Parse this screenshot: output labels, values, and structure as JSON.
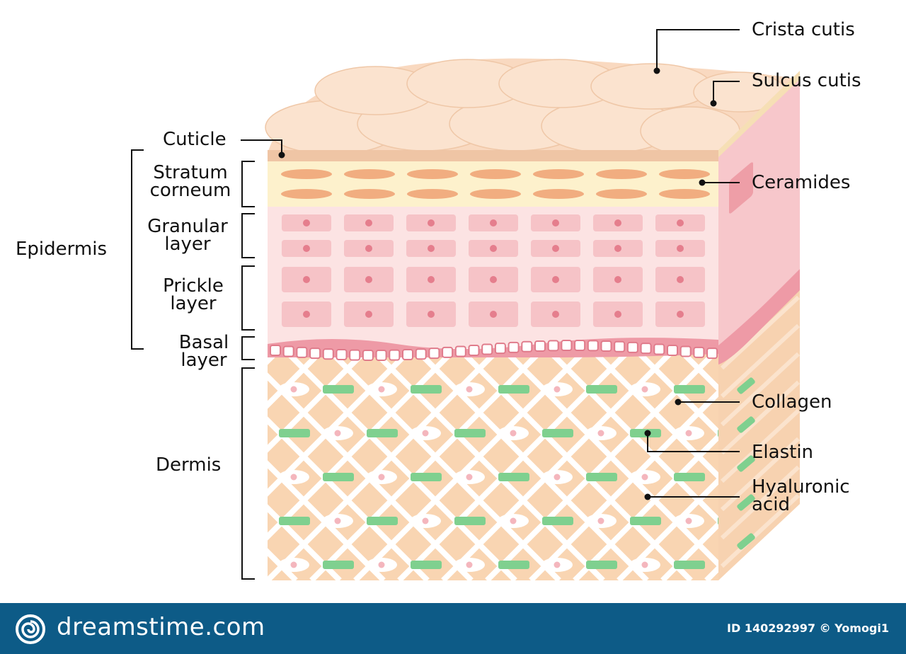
{
  "colors": {
    "surface": "#f9d9c0",
    "cuticle": "#efc5a5",
    "stratum": "#fdf1cc",
    "stratum_cell": "#f1ad80",
    "epidermis": "#fce3e3",
    "epidermis_cell": "#f6c3c7",
    "nucleus": "#e57e8d",
    "basal": "#ee9aa6",
    "dermis": "#f9d5b2",
    "collagen": "#ffffff",
    "elastin": "#7fd08f",
    "hyaluronic": "#f4b6bd",
    "leader": "#111111",
    "footer": "#0d5b87"
  },
  "labels": {
    "crista_cutis": "Crista cutis",
    "sulcus_cutis": "Sulcus cutis",
    "cuticle": "Cuticle",
    "ceramides": "Ceramides",
    "stratum_corneum": "Stratum\ncorneum",
    "granular_layer": "Granular\nlayer",
    "epidermis": "Epidermis",
    "prickle_layer": "Prickle\nlayer",
    "basal_layer": "Basal\nlayer",
    "dermis": "Dermis",
    "collagen": "Collagen",
    "elastin": "Elastin",
    "hyaluronic_acid": "Hyaluronic\nacid"
  },
  "footer": {
    "brand": "dreamstime.com",
    "credit": "ID 140292997 © Yomogi1",
    "logo_icon": "spiral-logo-icon"
  }
}
